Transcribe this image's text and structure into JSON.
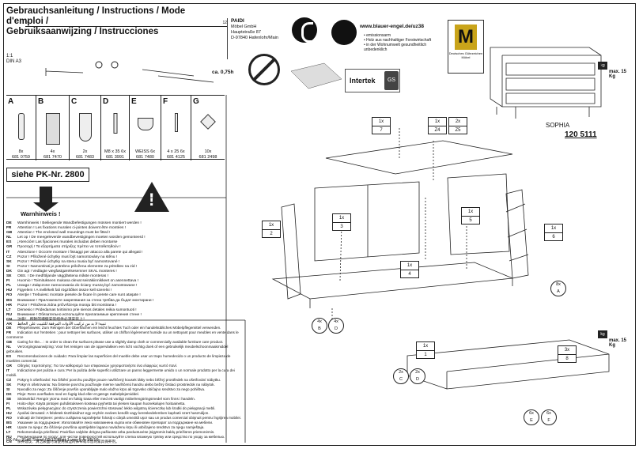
{
  "header": {
    "title_line1": "Gebrauchsanleitung / Instructions / Mode d'emploi /",
    "title_line2": "Gebruiksaanwijzing / Instrucciones",
    "brand_name": "PAIDI",
    "brand_line1": "Möbel GmbH",
    "brand_line2": "Hauptstraße 87",
    "brand_line3": "D-97840 Hafenlohr/Main",
    "scale_1": "1:1",
    "scale_2": "DIN A3",
    "time": "ca. 0,75h",
    "ruler_start": "0",
    "ruler_end": "12"
  },
  "certs": {
    "blauer_engel": "www.blauer-engel.de/uz38",
    "bullet1": "• emissionsarm",
    "bullet2": "• Holz aus nachhaltiger Forstwirtschaft",
    "bullet3": "• in der Wohnumwelt gesundheitlich unbedenklich",
    "intertek": "Intertek",
    "gs": "GS",
    "m_label": "M",
    "m_caption": "Deutsches Gütezeichen Möbel"
  },
  "parts": [
    {
      "letter": "A",
      "qty": "8x",
      "num": "681 0759"
    },
    {
      "letter": "B",
      "qty": "4x",
      "num": "681 7470"
    },
    {
      "letter": "C",
      "qty": "2x",
      "num": "681 7483"
    },
    {
      "letter": "D",
      "qty": "M8 x 35 6x",
      "num": "681 3991"
    },
    {
      "letter": "E",
      "qty": "WEISS 6x",
      "num": "681 7480"
    },
    {
      "letter": "F",
      "qty": "4 x 25 6x",
      "num": "681 4125"
    },
    {
      "letter": "G",
      "qty": "10x",
      "num": "681 2498"
    }
  ],
  "siehe": "siehe PK-Nr. 2800",
  "warn_head": "Warnhinweis !",
  "warnings": [
    [
      "DE",
      "Warnhinweis ! Beiliegende Wandbefestigungen müssen montiert werden !"
    ],
    [
      "FR",
      "Attention ! Les fixations murales ci-jointes doivent être montées !"
    ],
    [
      "GB",
      "Attention ! The enclosed wall mountings must be fitted !"
    ],
    [
      "NL",
      "Let op ! De meegeleverde wandbevestigingen moeten worden gemonteerd !"
    ],
    [
      "ES",
      "¡Atención! Las fijaciones murales incluidas deben montarse"
    ],
    [
      "GR",
      "Προσοχή ! Τα εξαρτήματα στήριξης πρέπει να τοποθετηθούν !"
    ],
    [
      "IT",
      "Attenzione ! Occorre montare i fissaggi per attacco alla parete qui allegati !"
    ],
    [
      "CZ",
      "Pozor ! Přiložené úchytky musí být namontovány na stěnu !"
    ],
    [
      "SK",
      "Pozor ! Priložené úchytky na stenu musia byť namontované !"
    ],
    [
      "SI",
      "Pozor ! Namontirati je potrebno priložena elemente za pritrditev na zid !"
    ],
    [
      "DK",
      "Giv agt ! Vedlagte vægfastgørelsesemner SKAL monteres !"
    ],
    [
      "SE",
      "OBS. ! De medföljande väggfästena måste monteras !"
    ],
    [
      "FI",
      "Huomio ! Toimitukseen mukana olevat seinäkiinnikkeet on asennettava !"
    ],
    [
      "PL",
      "Uwaga ! Załączone zamocowania do ściany muszą być zamontowane !"
    ],
    [
      "HU",
      "Figyelem ! A mellékelt fali rögzítőket össze kell szerelni !"
    ],
    [
      "RO",
      "Atenţie ! Trebuiesc montate piesele de fixare în perete care sunt ataşate !"
    ],
    [
      "BG",
      "Внимание ! Приложените закрепвания за стена трябва да бъдат монтирани !"
    ],
    [
      "HR",
      "Pozor ! Priložena zidna pričvršćenja moraju biti montirana !"
    ],
    [
      "LT",
      "Dėmesio ! Pridedamas tvirtinimo prie sienos detales reikia sumontuoti !"
    ],
    [
      "RU",
      "Внимание ! Обязательно используйте прилагаемые крепления стене !"
    ],
    [
      "CN",
      "注意！ 所附的墙壁安装组件必须安装上！"
    ],
    [
      "AR",
      "تنبيه! لا بد من تركيب الأدوات المرفقة للتثبيت على الحائط"
    ]
  ],
  "care": [
    [
      "DE",
      "Pflegehinweis: Zum Reinigen der Oberflächen ein leicht feuchtes Tuch oder ein handelsübliches Möbelpflegemittel verwenden."
    ],
    [
      "FR",
      "Indication sur l'entretien : pour nettoyer les surfaces, utiliser un chiffon légèrement humide ou un nettoyant pour meubles en vente dans le commerce"
    ],
    [
      "GB",
      "Caring for the... : In order to clean the surfaces please use a slightly damp cloth or commercially available furniture care product."
    ],
    [
      "NL",
      "Verzorgingsaanwijzing: Voor het reinigen van de oppervlakken een licht vochtig doek of een gebruikelijk meubelschoonmaakmiddel gebruiken."
    ],
    [
      "ES",
      "Recomendaciones de cuidado: Para limpiar las superficies del mueble debe usar un trapo humedecido o un producto de limpieza de muebles comercial."
    ],
    [
      "GR",
      "Οδηγίες περιποίησης: Για τον καθαρισμό των επιφανειών χρησιμοποιήστε ένα ελαφρώς νωπό πανί."
    ],
    [
      "IT",
      "Indicazione per pulizia e cura: Per la pulizia delle superfici utilizzare un panno leggermente umido o un normale prodotto per la cura dei mobili."
    ],
    [
      "CZ",
      "Pokyny k ošetřování: Na čištění povrchu použijte pouze navlhčený kousek látky nebo běžný prostředek na ošetřování nábytku."
    ],
    [
      "SK",
      "Pokyn k ošetrovaniu: Na čistenie povrchu používajte mierne navlhčenú handru alebo bežný čistiaci prostriedok na nábytok."
    ],
    [
      "SI",
      "Navodilo za nego: Za čiščenje površin uporabljajte malo vlažno krpo ali trgovsko običajno sredstvo za nego pohištva."
    ],
    [
      "DK",
      "Pleje: Rens overfladen med en fugtig klud eller et gængs møbelplejemiddel."
    ],
    [
      "SE",
      "Skötselråd: Rengör ytorna med en fuktig trasa eller med ett vanligt möbelrengöringsmedel som finns i handeln."
    ],
    [
      "FI",
      "Hoito-ohje: Käytä pintojen puhdistukseen kosteaa pyyhettä tai yleisen kaupan huonekalujen hoitoainetta."
    ],
    [
      "PL",
      "Wskazówka pielęgnacyjna: do czyszczenia powierzchni stosować lekko wilgotną ściereczkę lub środki do pielęgnacji mebli."
    ],
    [
      "HU",
      "Ápolási útmutató: A felületek tisztításához egy enyhén nedves kendőt vagy kereskedelemben kapható szert használjon."
    ],
    [
      "RO",
      "Indicaţii de întreţinere: pentru curăţarea suprafeţelor folosiţi o cârpă umezită uşor sau un produs comercial obişnuit pentru îngrijirea mobilei."
    ],
    [
      "BG",
      "Указание за поддържане: Използвайте леко навлажнена кърпа или обикновен препарат за поддържане на мебели."
    ],
    [
      "HR",
      "Upute za njegu: Za čišćenje površina upotrijebite lagano navlaženu krpu ili uobičajeno sredstvo za njegu namještaja."
    ],
    [
      "LT",
      "Rekomendacija priežiūrai: Paviršius valykite drėgna pašluoste arba parduotuvėse įsigytomis baldų priežiūros priemonėmis."
    ],
    [
      "RU",
      "Рекомендации по уходу: для чистки поверхностей используйте слегка влажную тряпку или средство по уходу за мебелью."
    ],
    [
      "CN",
      "保养建议：清洁表面时请使用微湿的抹布或市售的家具保养剂。"
    ]
  ],
  "product": {
    "name": "SOPHIA",
    "number": "120 5111",
    "max_load_1": "max. 15 Kg",
    "max_load_2": "max. 15 Kg",
    "weight_label": "kg"
  },
  "footer": "PK-Nr.: 2146   Stand 02/12   Blatt 1 von 5   A: 05/19",
  "tags": [
    {
      "q": "1x",
      "n": "7"
    },
    {
      "q": "1x",
      "n": "Z4"
    },
    {
      "q": "2x",
      "n": "Z5"
    },
    {
      "q": "1x",
      "n": "2"
    },
    {
      "q": "1x",
      "n": "3"
    },
    {
      "q": "1x",
      "n": "5"
    },
    {
      "q": "1x",
      "n": "6"
    },
    {
      "q": "1x",
      "n": "4"
    },
    {
      "q": "1x",
      "n": "1"
    },
    {
      "q": "3x",
      "n": "8"
    }
  ],
  "circles": [
    {
      "q": "8x",
      "n": "A"
    },
    {
      "q": "4x",
      "n": "B"
    },
    {
      "q": "4x",
      "n": "D"
    },
    {
      "q": "2x",
      "n": "C"
    },
    {
      "q": "2x",
      "n": "D"
    },
    {
      "q": "6x",
      "n": "E"
    },
    {
      "q": "6x",
      "n": "F"
    }
  ]
}
